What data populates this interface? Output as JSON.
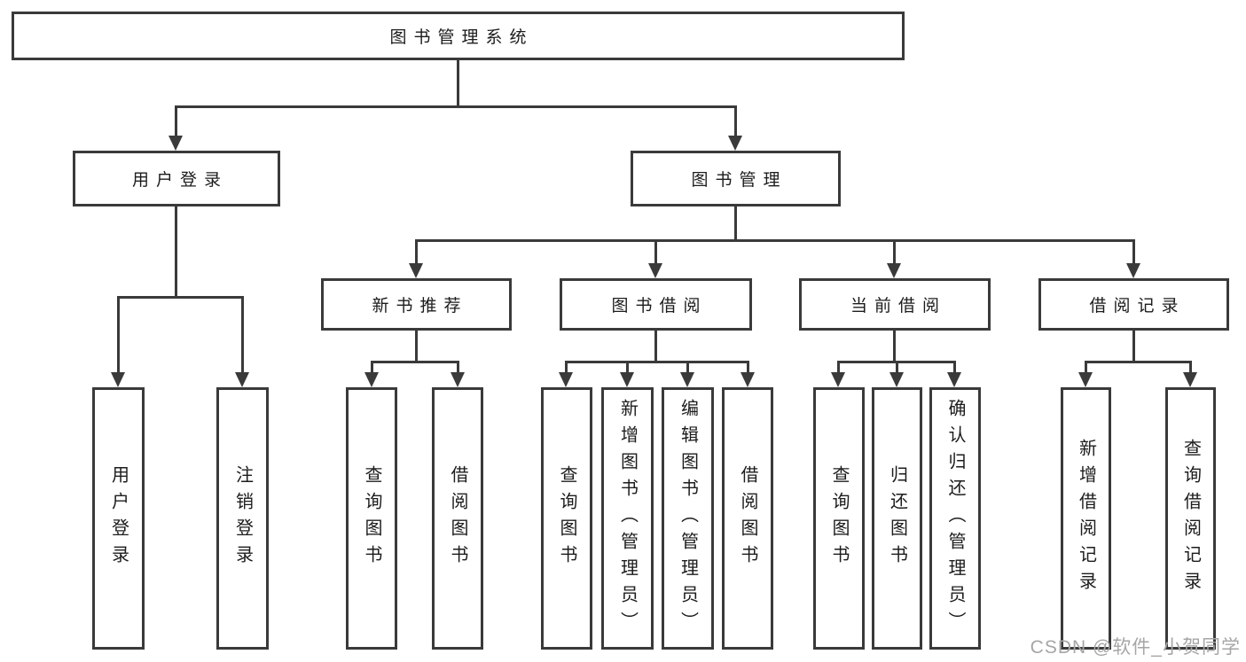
{
  "colors": {
    "line": "#3a3a3a",
    "box_border": "#3a3a3a",
    "text": "#1c1c1c",
    "watermark": "#a6a6a6",
    "background": "#ffffff"
  },
  "watermark": "CSDN @软件_小贺同学",
  "tree": {
    "label": "图书管理系统",
    "children": [
      {
        "label": "用户登录",
        "children": [
          {
            "label": "用户登录"
          },
          {
            "label": "注销登录"
          }
        ]
      },
      {
        "label": "图书管理",
        "children": [
          {
            "label": "新书推荐",
            "children": [
              {
                "label": "查询图书"
              },
              {
                "label": "借阅图书"
              }
            ]
          },
          {
            "label": "图书借阅",
            "children": [
              {
                "label": "查询图书"
              },
              {
                "label": "新增图书（管理员）"
              },
              {
                "label": "编辑图书（管理员）"
              },
              {
                "label": "借阅图书"
              }
            ]
          },
          {
            "label": "当前借阅",
            "children": [
              {
                "label": "查询图书"
              },
              {
                "label": "归还图书"
              },
              {
                "label": "确认归还（管理员）"
              }
            ]
          },
          {
            "label": "借阅记录",
            "children": [
              {
                "label": "新增借阅记录"
              },
              {
                "label": "查询借阅记录"
              }
            ]
          }
        ]
      }
    ]
  }
}
